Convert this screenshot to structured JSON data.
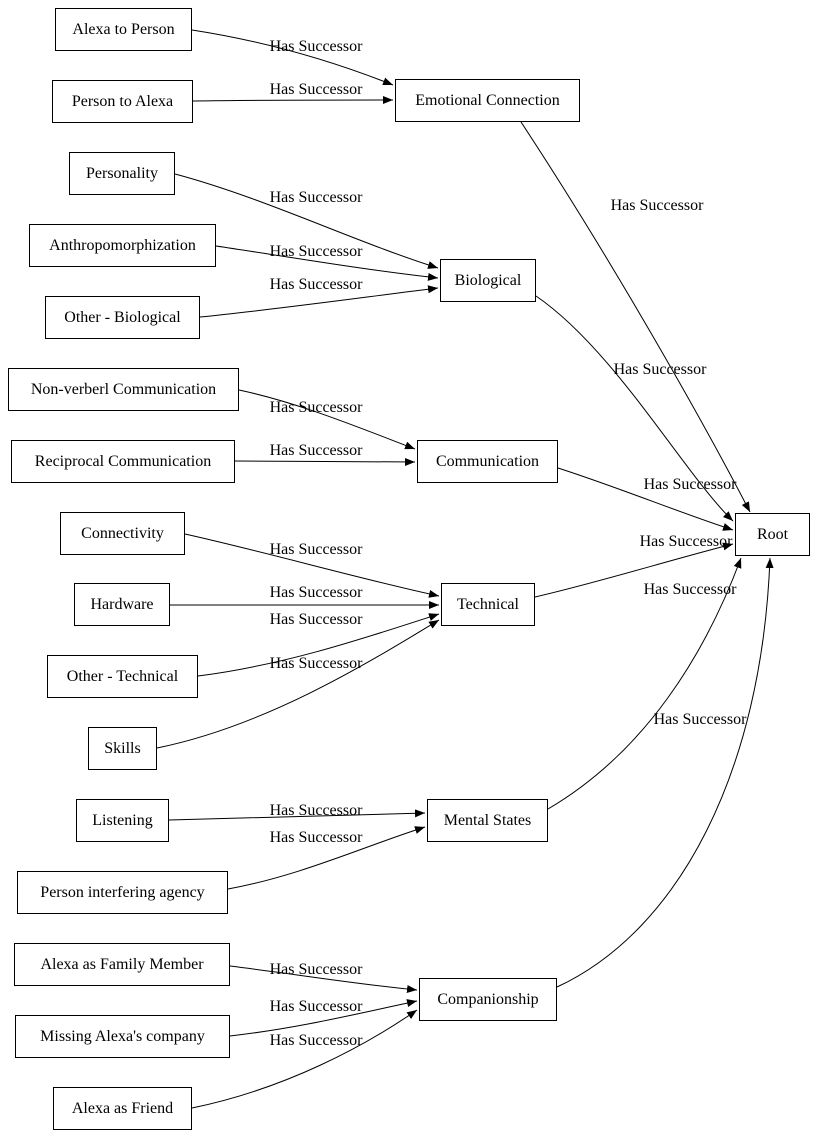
{
  "graph": {
    "edge_label_text": "Has Successor",
    "colors": {
      "background": "#ffffff",
      "node_fill": "#ffffff",
      "node_border": "#000000",
      "edge": "#000000",
      "text": "#000000"
    },
    "nodes": [
      {
        "id": "alexa_to_person",
        "label": "Alexa to Person",
        "level": "leaf"
      },
      {
        "id": "person_to_alexa",
        "label": "Person to Alexa",
        "level": "leaf"
      },
      {
        "id": "personality",
        "label": "Personality",
        "level": "leaf"
      },
      {
        "id": "anthropomorphization",
        "label": "Anthropomorphization",
        "level": "leaf"
      },
      {
        "id": "other_biological",
        "label": "Other - Biological",
        "level": "leaf"
      },
      {
        "id": "nonverbal_communication",
        "label": "Non-verberl Communication",
        "level": "leaf"
      },
      {
        "id": "reciprocal_communication",
        "label": "Reciprocal Communication",
        "level": "leaf"
      },
      {
        "id": "connectivity",
        "label": "Connectivity",
        "level": "leaf"
      },
      {
        "id": "hardware",
        "label": "Hardware",
        "level": "leaf"
      },
      {
        "id": "other_technical",
        "label": "Other - Technical",
        "level": "leaf"
      },
      {
        "id": "skills",
        "label": "Skills",
        "level": "leaf"
      },
      {
        "id": "listening",
        "label": "Listening",
        "level": "leaf"
      },
      {
        "id": "person_interfering_agency",
        "label": "Person interfering agency",
        "level": "leaf"
      },
      {
        "id": "alexa_as_family_member",
        "label": "Alexa as Family Member",
        "level": "leaf"
      },
      {
        "id": "missing_alexas_company",
        "label": "Missing Alexa's company",
        "level": "leaf"
      },
      {
        "id": "alexa_as_friend",
        "label": "Alexa as Friend",
        "level": "leaf"
      },
      {
        "id": "emotional_connection",
        "label": "Emotional Connection",
        "level": "category"
      },
      {
        "id": "biological",
        "label": "Biological",
        "level": "category"
      },
      {
        "id": "communication",
        "label": "Communication",
        "level": "category"
      },
      {
        "id": "technical",
        "label": "Technical",
        "level": "category"
      },
      {
        "id": "mental_states",
        "label": "Mental States",
        "level": "category"
      },
      {
        "id": "companionship",
        "label": "Companionship",
        "level": "category"
      },
      {
        "id": "root",
        "label": "Root",
        "level": "root"
      }
    ],
    "edges": [
      {
        "from": "alexa_to_person",
        "to": "emotional_connection",
        "label": "Has Successor"
      },
      {
        "from": "person_to_alexa",
        "to": "emotional_connection",
        "label": "Has Successor"
      },
      {
        "from": "personality",
        "to": "biological",
        "label": "Has Successor"
      },
      {
        "from": "anthropomorphization",
        "to": "biological",
        "label": "Has Successor"
      },
      {
        "from": "other_biological",
        "to": "biological",
        "label": "Has Successor"
      },
      {
        "from": "nonverbal_communication",
        "to": "communication",
        "label": "Has Successor"
      },
      {
        "from": "reciprocal_communication",
        "to": "communication",
        "label": "Has Successor"
      },
      {
        "from": "connectivity",
        "to": "technical",
        "label": "Has Successor"
      },
      {
        "from": "hardware",
        "to": "technical",
        "label": "Has Successor"
      },
      {
        "from": "other_technical",
        "to": "technical",
        "label": "Has Successor"
      },
      {
        "from": "skills",
        "to": "technical",
        "label": "Has Successor"
      },
      {
        "from": "listening",
        "to": "mental_states",
        "label": "Has Successor"
      },
      {
        "from": "person_interfering_agency",
        "to": "mental_states",
        "label": "Has Successor"
      },
      {
        "from": "alexa_as_family_member",
        "to": "companionship",
        "label": "Has Successor"
      },
      {
        "from": "missing_alexas_company",
        "to": "companionship",
        "label": "Has Successor"
      },
      {
        "from": "alexa_as_friend",
        "to": "companionship",
        "label": "Has Successor"
      },
      {
        "from": "emotional_connection",
        "to": "root",
        "label": "Has Successor"
      },
      {
        "from": "biological",
        "to": "root",
        "label": "Has Successor"
      },
      {
        "from": "communication",
        "to": "root",
        "label": "Has Successor"
      },
      {
        "from": "technical",
        "to": "root",
        "label": "Has Successor"
      },
      {
        "from": "mental_states",
        "to": "root",
        "label": "Has Successor"
      },
      {
        "from": "companionship",
        "to": "root",
        "label": "Has Successor"
      }
    ]
  }
}
